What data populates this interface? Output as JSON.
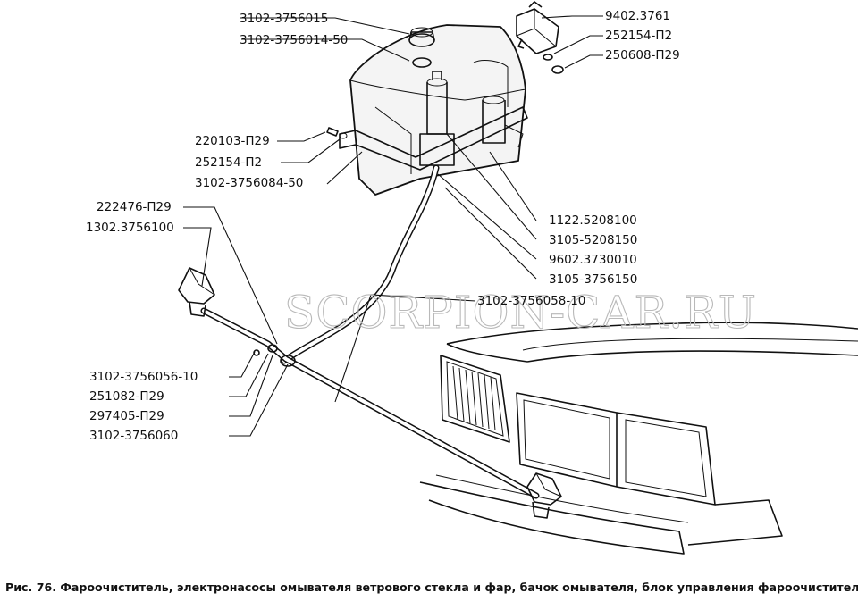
{
  "watermark": "SCORPION-CAR.RU",
  "caption": "Рис. 76. Фароочиститель, электронасосы омывателя ветрового стекла и фар, бачок омывателя, блок управления фароочистителем",
  "labels": {
    "l1": "3102-3756015",
    "l2": "3102-3756014-50",
    "l3": "9402.3761",
    "l4": "252154-П2",
    "l5": "250608-П29",
    "l6": "220103-П29",
    "l7": "252154-П2",
    "l8": "3102-3756084-50",
    "l9": "222476-П29",
    "l10": "1302.3756100",
    "l11": "1122.5208100",
    "l12": "3105-5208150",
    "l13": "9602.3730010",
    "l14": "3105-3756150",
    "l15": "3102-3756058-10",
    "l16": "3102-3756056-10",
    "l17": "251082-П29",
    "l18": "297405-П29",
    "l19": "3102-3756060"
  }
}
